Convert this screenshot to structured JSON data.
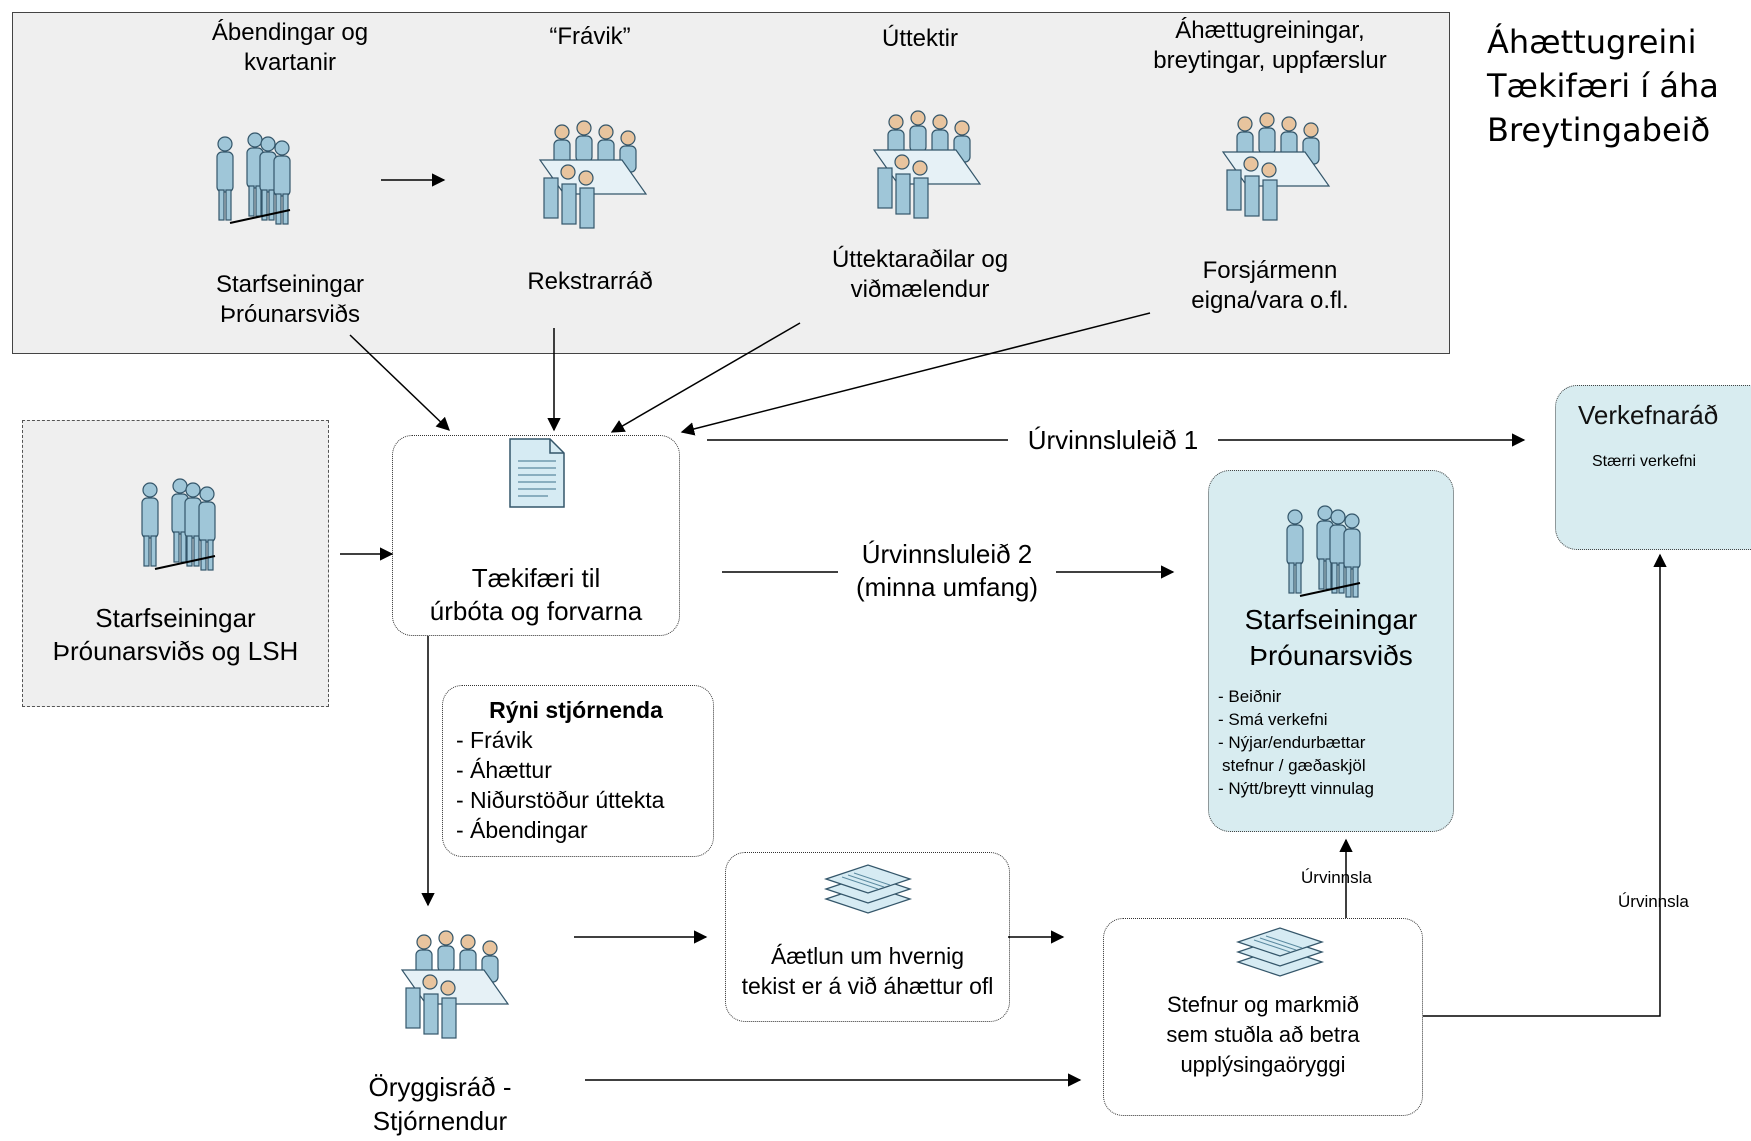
{
  "top_panel": {
    "sources": [
      {
        "heading": "Ábendingar og kvartanir",
        "heading_lines": [
          "Ábendingar og",
          "kvartanir"
        ],
        "actor_lines": [
          "Starfseiningar",
          "Þróunarsviðs"
        ]
      },
      {
        "heading": "“Frávik”",
        "heading_lines": [
          "“Frávik”"
        ],
        "actor_lines": [
          "Rekstrarráð"
        ]
      },
      {
        "heading": "Úttektir",
        "heading_lines": [
          "Úttektir"
        ],
        "actor_lines": [
          "Úttektaraðilar og",
          "viðmælendur"
        ]
      },
      {
        "heading": "Áhættugreiningar, breytingar, uppfærslur",
        "heading_lines": [
          "Áhættugreiningar,",
          "breytingar, uppfærslur"
        ],
        "actor_lines": [
          "Forsjármenn",
          "eigna/vara o.fl."
        ]
      }
    ]
  },
  "left_panel": {
    "lines": [
      "Starfseiningar",
      "Þróunarsviðs og LSH"
    ]
  },
  "opportunity": {
    "lines": [
      "Tækifæri til",
      "úrbóta og forvarna"
    ]
  },
  "path1": {
    "label": "Úrvinnsluleið 1"
  },
  "path2": {
    "lines": [
      "Úrvinnsluleið 2",
      "(minna umfang)"
    ]
  },
  "project_board": {
    "title": "Verkefnaráð",
    "subtitle": "Stærri verkefni"
  },
  "dept_box": {
    "title_lines": [
      "Starfseiningar",
      "Þróunarsviðs"
    ],
    "items": [
      "- Beiðnir",
      "- Smá verkefni",
      "- Nýjar/endurbættar",
      "stefnur / gæðaskjöl",
      "- Nýtt/breytt vinnulag"
    ]
  },
  "review": {
    "title": "Rýni stjórnenda",
    "items": [
      "- Frávik",
      "- Áhættur",
      "- Niðurstöður úttekta",
      "- Ábendingar"
    ]
  },
  "plan": {
    "lines": [
      "Áætlun um hvernig",
      "tekist er á við áhættur ofl"
    ]
  },
  "security_council": {
    "lines": [
      "Öryggisráð -",
      "Stjórnendur"
    ]
  },
  "policy": {
    "lines": [
      "Stefnur og markmið",
      "sem stuðla að betra",
      "upplýsingaöryggi"
    ]
  },
  "processing_labels": {
    "a": "Úrvinnsla",
    "b": "Úrvinnsla"
  },
  "right_text": {
    "lines": [
      "Áhættugreini",
      "Tækifæri í áha",
      "Breytingabeið"
    ]
  },
  "icons": {
    "people": "people-group-icon",
    "meeting": "meeting-table-icon",
    "document": "document-icon",
    "stack": "document-stack-icon"
  },
  "colors": {
    "panel_gray": "#efefef",
    "teal_box": "#d8ecf0",
    "figure": "#9fc6d8"
  }
}
